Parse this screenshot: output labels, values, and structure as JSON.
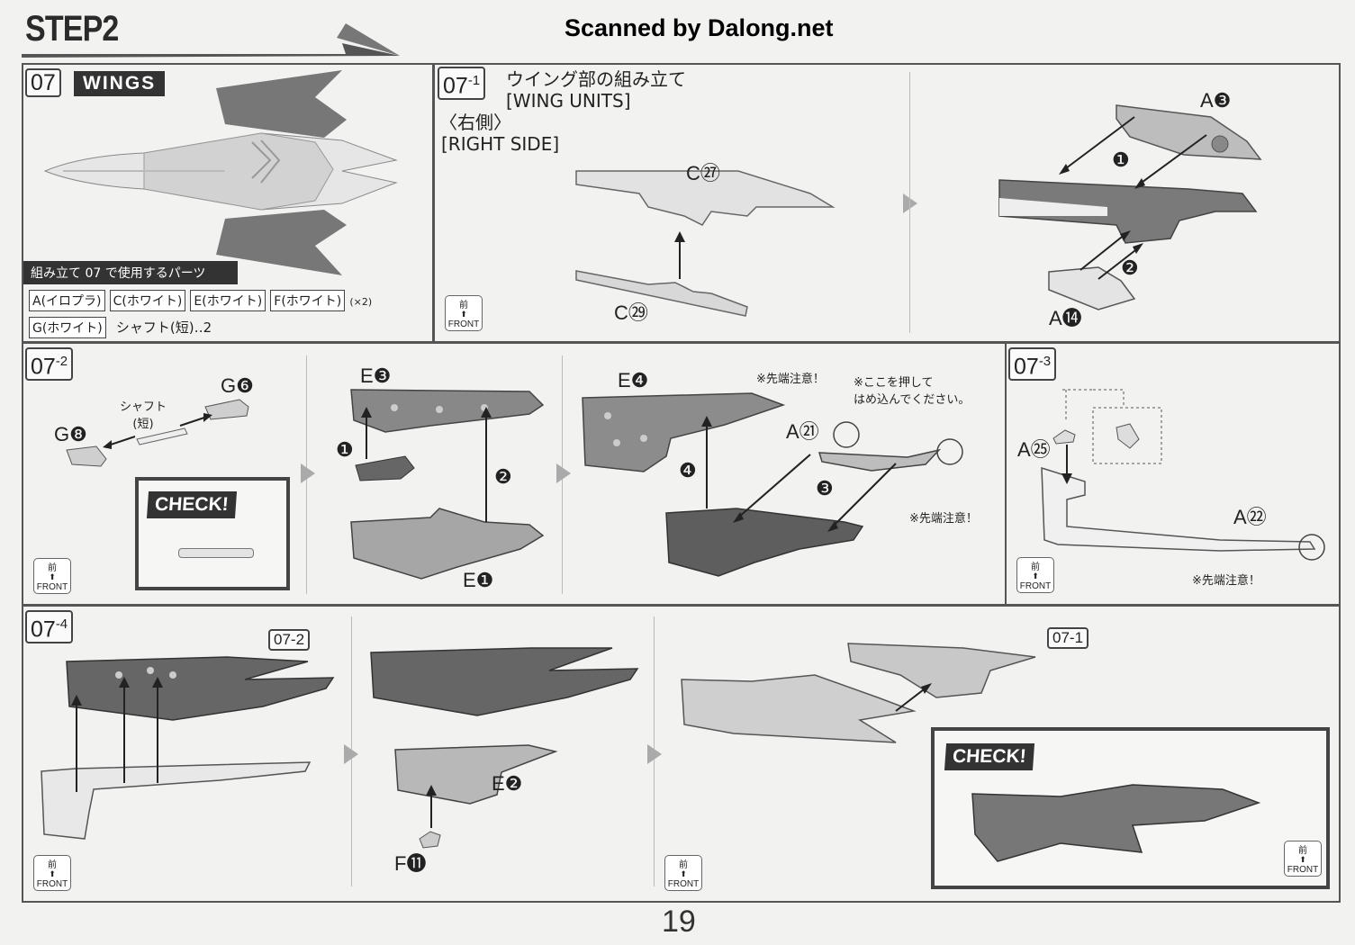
{
  "header": {
    "step_title": "STEP2",
    "scan_credit": "Scanned by Dalong.net"
  },
  "sections": {
    "s07": {
      "number": "07",
      "name": "WINGS",
      "parts_header": "組み立て 07 で使用するパーツ",
      "parts": [
        "A(イロプラ)",
        "C(ホワイト)",
        "E(ホワイト)",
        "F(ホワイト)"
      ],
      "parts_multiplier": "(×2)",
      "parts_row2": "G(ホワイト)",
      "shaft_note": "シャフト(短)‥2"
    },
    "s07_1": {
      "number": "07",
      "sub": "-1",
      "title_jp": "ウイング部の組み立て",
      "title_en": "[WING UNITS]",
      "side_jp": "〈右側〉",
      "side_en": "[RIGHT SIDE]",
      "labels": [
        "C㉗",
        "C㉙",
        "A❸",
        "A⓮"
      ],
      "steps": [
        "❶",
        "❷"
      ]
    },
    "s07_2": {
      "number": "07",
      "sub": "-2",
      "shaft_label": "シャフト\n(短)",
      "labels": [
        "G❻",
        "G❽",
        "E❸",
        "E❶",
        "E❹",
        "A㉑"
      ],
      "steps": [
        "❶",
        "❷",
        "❹",
        "❸"
      ],
      "note_tip1": "※先端注意！",
      "note_press": "※ここを押して\nはめ込んでください。",
      "note_tip2": "※先端注意！",
      "check": "CHECK!"
    },
    "s07_3": {
      "number": "07",
      "sub": "-3",
      "labels": [
        "A㉕",
        "A㉒"
      ],
      "note_tip": "※先端注意！"
    },
    "s07_4": {
      "number": "07",
      "sub": "-4",
      "ref1": "07-2",
      "ref2": "07-1",
      "labels": [
        "E❷",
        "F⓫"
      ],
      "check": "CHECK!"
    }
  },
  "front_icon": {
    "kanji": "前",
    "label": "FRONT"
  },
  "page_number": "19",
  "colors": {
    "line": "#555555",
    "dark_part": "#6f6f6f",
    "light_part": "#d9d9d9",
    "mid_part": "#a0a0a0"
  }
}
